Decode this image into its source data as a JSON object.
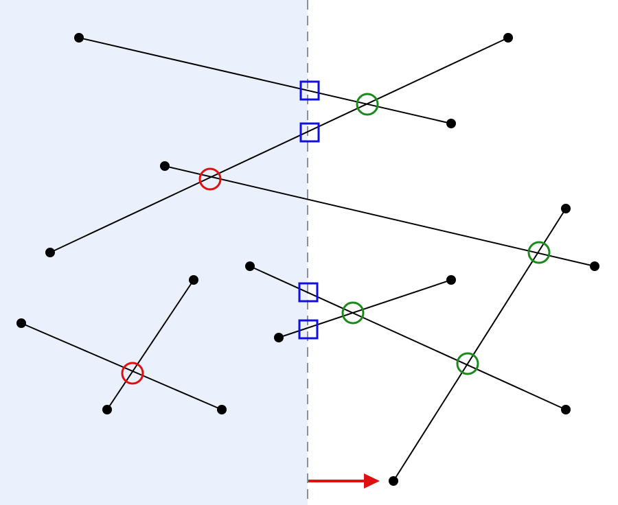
{
  "colors": {
    "processed_region": "#eaf1fc",
    "sweep_line": "#8a9099",
    "segment": "#000000",
    "endpoint": "#000000",
    "found_intersection": "#e01010",
    "pending_intersection": "#1a8a1a",
    "sweep_crossing": "#1010e0",
    "sweep_direction_arrow": "#e01010"
  },
  "icons": {
    "found_intersection": "red-circle-marker",
    "pending_intersection": "green-circle-marker",
    "sweep_crossing": "blue-square-marker",
    "sweep_direction": "right-arrow-icon",
    "endpoint": "dot-marker"
  }
}
